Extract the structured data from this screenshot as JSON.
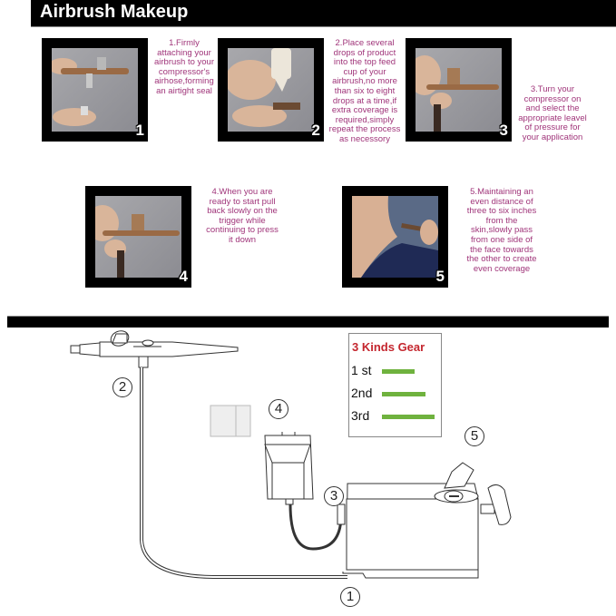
{
  "header": {
    "title": "Airbrush Makeup"
  },
  "steps": [
    {
      "number": "1",
      "text": "1.Firmly attaching your airbrush to your compressor's airhose,forming an airtight seal"
    },
    {
      "number": "2",
      "text": "2.Place several drops of product into the top feed cup of your airbrush,no more than six to eight drops at a time,if extra coverage  is required,simply repeat the process as necessory"
    },
    {
      "number": "3",
      "text": "3.Turn your compressor on and select the appropriate leavel of pressure  for your application"
    },
    {
      "number": "4",
      "text": "4.When you are ready to start pull back slowly on the trigger while continuing to press it down"
    },
    {
      "number": "5",
      "text": "5.Maintaining an even distance of three to six inches from the skin,slowly pass from one side of the face towards the other to create even coverage"
    }
  ],
  "gear_box": {
    "title": "3 Kinds Gear",
    "rows": [
      {
        "label": "1 st"
      },
      {
        "label": "2nd"
      },
      {
        "label": "3rd"
      }
    ]
  },
  "diagram_labels": {
    "compressor": "1",
    "airbrush": "2",
    "connector": "3",
    "adapter": "4",
    "power_button": "5"
  },
  "colors": {
    "step_text": "#a0357a",
    "gear_title": "#c4262e",
    "gear_bar": "#6fb23e"
  }
}
